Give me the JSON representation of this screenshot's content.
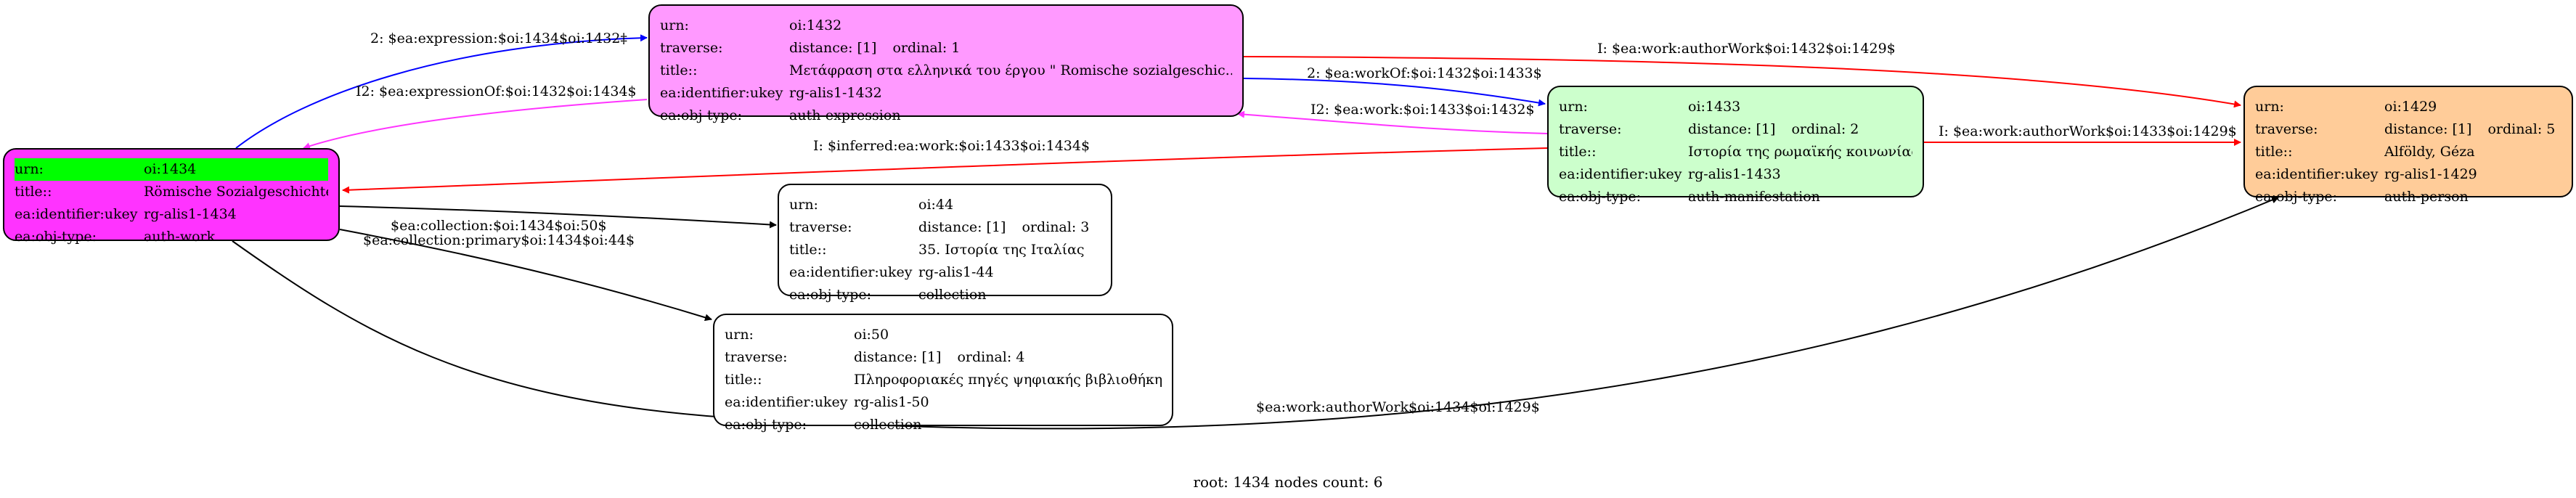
{
  "root_caption": "root: 1434 nodes count: 6",
  "nodes": {
    "n1432": {
      "fill": "#ff99ff",
      "rows": [
        {
          "k": "urn:",
          "v": "oi:1432"
        },
        {
          "k": "traverse:",
          "v": "distance: [1]",
          "ord": "ordinal: 1"
        },
        {
          "k": "title::",
          "v": "Μετάφραση στα ελληνικά του έργου  \" Romische sozialgeschic..."
        },
        {
          "k": "ea:identifier:ukey",
          "v": "rg-alis1-1432"
        },
        {
          "k": "ea:obj-type:",
          "v": "auth-expression"
        }
      ]
    },
    "n1434": {
      "fill": "#ff33ff",
      "rows": [
        {
          "k": "urn:",
          "v": "oi:1434"
        },
        {
          "k": "title::",
          "v": "Römische Sozialgeschichte"
        },
        {
          "k": "ea:identifier:ukey",
          "v": "rg-alis1-1434"
        },
        {
          "k": "ea:obj-type:",
          "v": "auth-work"
        }
      ]
    },
    "n1433": {
      "fill": "#ccffcc",
      "rows": [
        {
          "k": "urn:",
          "v": "oi:1433"
        },
        {
          "k": "traverse:",
          "v": "distance: [1]",
          "ord": "ordinal: 2"
        },
        {
          "k": "title::",
          "v": "Ιστορία της ρωμαϊκής κοινωνίας"
        },
        {
          "k": "ea:identifier:ukey",
          "v": "rg-alis1-1433"
        },
        {
          "k": "ea:obj-type:",
          "v": "auth-manifestation"
        }
      ]
    },
    "n1429": {
      "fill": "#ffcc99",
      "rows": [
        {
          "k": "urn:",
          "v": "oi:1429"
        },
        {
          "k": "traverse:",
          "v": "distance: [1]",
          "ord": "ordinal: 5"
        },
        {
          "k": "title::",
          "v": "Alföldy, Géza"
        },
        {
          "k": "ea:identifier:ukey",
          "v": "rg-alis1-1429"
        },
        {
          "k": "ea:obj-type:",
          "v": "auth-person"
        }
      ]
    },
    "n44": {
      "fill": "#ffffff",
      "rows": [
        {
          "k": "urn:",
          "v": "oi:44"
        },
        {
          "k": "traverse:",
          "v": "distance: [1]",
          "ord": "ordinal: 3"
        },
        {
          "k": "title::",
          "v": "35. Ιστορία της Ιταλίας"
        },
        {
          "k": "ea:identifier:ukey",
          "v": "rg-alis1-44"
        },
        {
          "k": "ea:obj-type:",
          "v": "collection"
        }
      ]
    },
    "n50": {
      "fill": "#ffffff",
      "rows": [
        {
          "k": "urn:",
          "v": "oi:50"
        },
        {
          "k": "traverse:",
          "v": "distance: [1]",
          "ord": "ordinal: 4"
        },
        {
          "k": "title::",
          "v": "Πληροφοριακές πηγές ψηφιακής βιβλιοθήκης"
        },
        {
          "k": "ea:identifier:ukey",
          "v": "rg-alis1-50"
        },
        {
          "k": "ea:obj-type:",
          "v": "collection"
        }
      ]
    }
  },
  "edges": [
    {
      "from": "n1434",
      "to": "n1432",
      "label": "2: $ea:expression:$oi:1434$oi:1432‡",
      "color": "#0000ff"
    },
    {
      "from": "n1432",
      "to": "n1434",
      "label": "I2: $ea:expressionOf:$oi:1432$oi:1434$",
      "color": "#ff33ff"
    },
    {
      "from": "n1432",
      "to": "n1433",
      "label": "2: $ea:workOf:$oi:1432$oi:1433$",
      "color": "#0000ff"
    },
    {
      "from": "n1433",
      "to": "n1432",
      "label": "I2: $ea:work:$oi:1433$oi:1432$",
      "color": "#ff33ff"
    },
    {
      "from": "n1432",
      "to": "n1429",
      "label": "I: $ea:work:authorWork$oi:1432$oi:1429$",
      "color": "#ff0000"
    },
    {
      "from": "n1433",
      "to": "n1429",
      "label": "I: $ea:work:authorWork$oi:1433$oi:1429$",
      "color": "#ff0000"
    },
    {
      "from": "n1433",
      "to": "n1434",
      "label": "I: $inferred:ea:work:$oi:1433$oi:1434$",
      "color": "#ff0000"
    },
    {
      "from": "n1434",
      "to": "n44",
      "label": "$ea:collection:primary$oi:1434$oi:44$",
      "color": "#000000"
    },
    {
      "from": "n1434",
      "to": "n50",
      "label": "$ea:collection:$oi:1434$oi:50$",
      "color": "#000000"
    },
    {
      "from": "n1434",
      "to": "n1429",
      "label": "$ea:work:authorWork$oi:1434$oi:1429$",
      "color": "#000000"
    }
  ]
}
